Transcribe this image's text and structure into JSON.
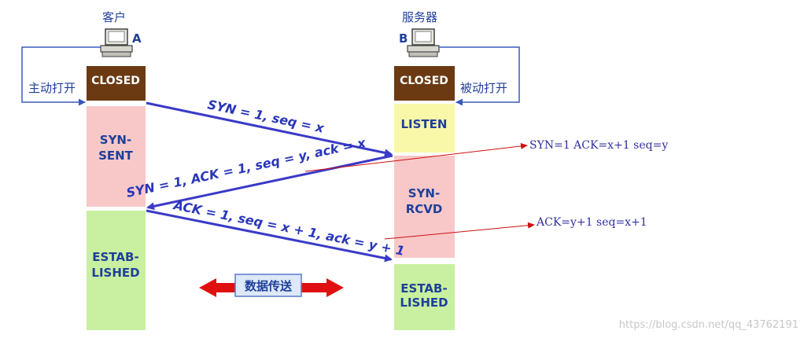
{
  "client": {
    "title": "客户",
    "letter": "A",
    "open_label": "主动打开"
  },
  "server": {
    "title": "服务器",
    "letter": "B",
    "open_label": "被动打开"
  },
  "client_states": {
    "closed": "CLOSED",
    "syn_sent_1": "SYN-",
    "syn_sent_2": "SENT",
    "estab_1": "ESTAB-",
    "estab_2": "LISHED"
  },
  "server_states": {
    "closed": "CLOSED",
    "listen": "LISTEN",
    "syn_rcvd_1": "SYN-",
    "syn_rcvd_2": "RCVD",
    "estab_1": "ESTAB-",
    "estab_2": "LISHED"
  },
  "messages": {
    "m1": "SYN = 1, seq = x",
    "m2": "SYN = 1, ACK = 1, seq = y, ack = x",
    "m3": "ACK = 1, seq = x + 1, ack = y + 1"
  },
  "data_transfer": "数据传送",
  "annotations": {
    "a1": "SYN=1 ACK=x+1 seq=y",
    "a2": "ACK=y+1 seq=x+1"
  },
  "watermark": "https://blog.csdn.net/qq_43762191",
  "colors": {
    "closed_fill": "#6b3a12",
    "syn_fill": "#f8c8c8",
    "estab_fill": "#c8f0a0",
    "listen_fill": "#f8f8a8",
    "arrow_blue": "#3a3ac8",
    "note_red": "#cc1010",
    "transfer_red": "#e01010"
  }
}
